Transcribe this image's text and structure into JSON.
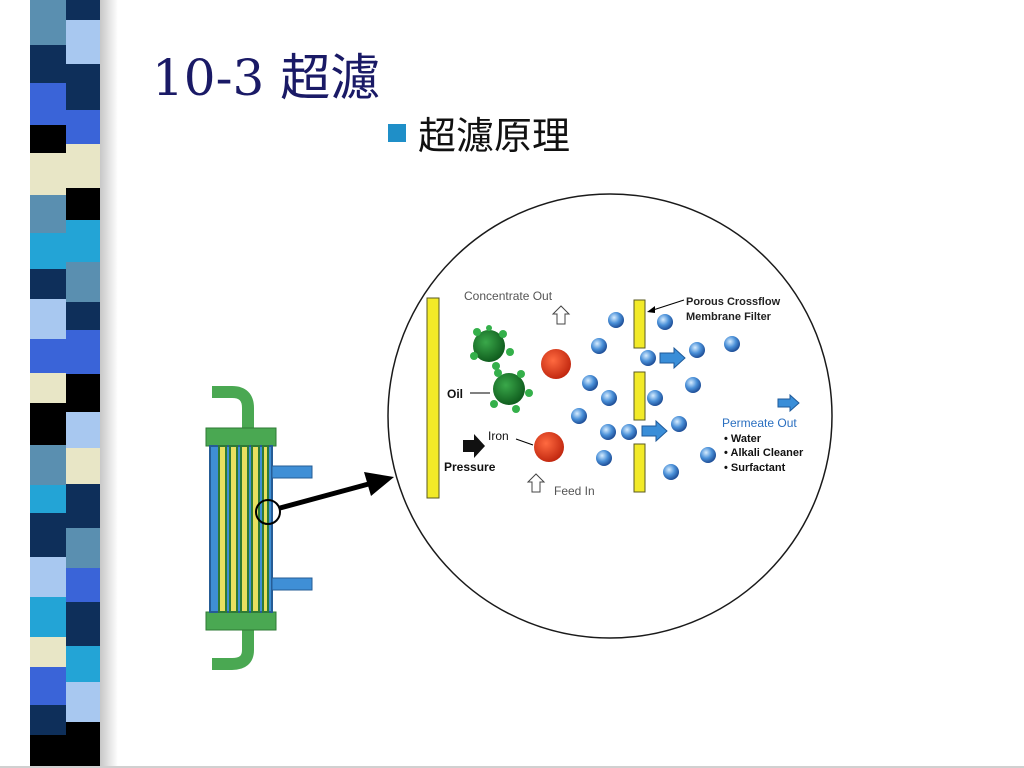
{
  "slide": {
    "title": "10-3 超濾",
    "bullet_text": "超濾原理"
  },
  "diagram": {
    "labels": {
      "concentrate_out": "Concentrate Out",
      "porous_line1": "Porous Crossflow",
      "porous_line2": "Membrane Filter",
      "oil": "Oil",
      "iron": "Iron",
      "pressure": "Pressure",
      "feed_in": "Feed In",
      "permeate_out": "Permeate Out",
      "permeate_items": [
        "• Water",
        "• Alkali Cleaner",
        "• Surfactant"
      ]
    },
    "icons": {
      "oil_droplet": "green-droplet",
      "iron_particle": "red-particle",
      "water_molecule": "blue-molecule",
      "membrane": "yellow-bar",
      "flow_arrow": "arrow"
    },
    "colors": {
      "oil": "#1e8a2e",
      "iron": "#e24420",
      "molecule": "#3a7fc8",
      "membrane": "#f2ea28",
      "arrow_blue": "#3a8ed8",
      "permeate_text": "#2a6fc0",
      "module_green": "#4aa852",
      "module_blue": "#3f8fd6",
      "title": "#1a1a66",
      "bullet": "#1f8fc8"
    }
  }
}
